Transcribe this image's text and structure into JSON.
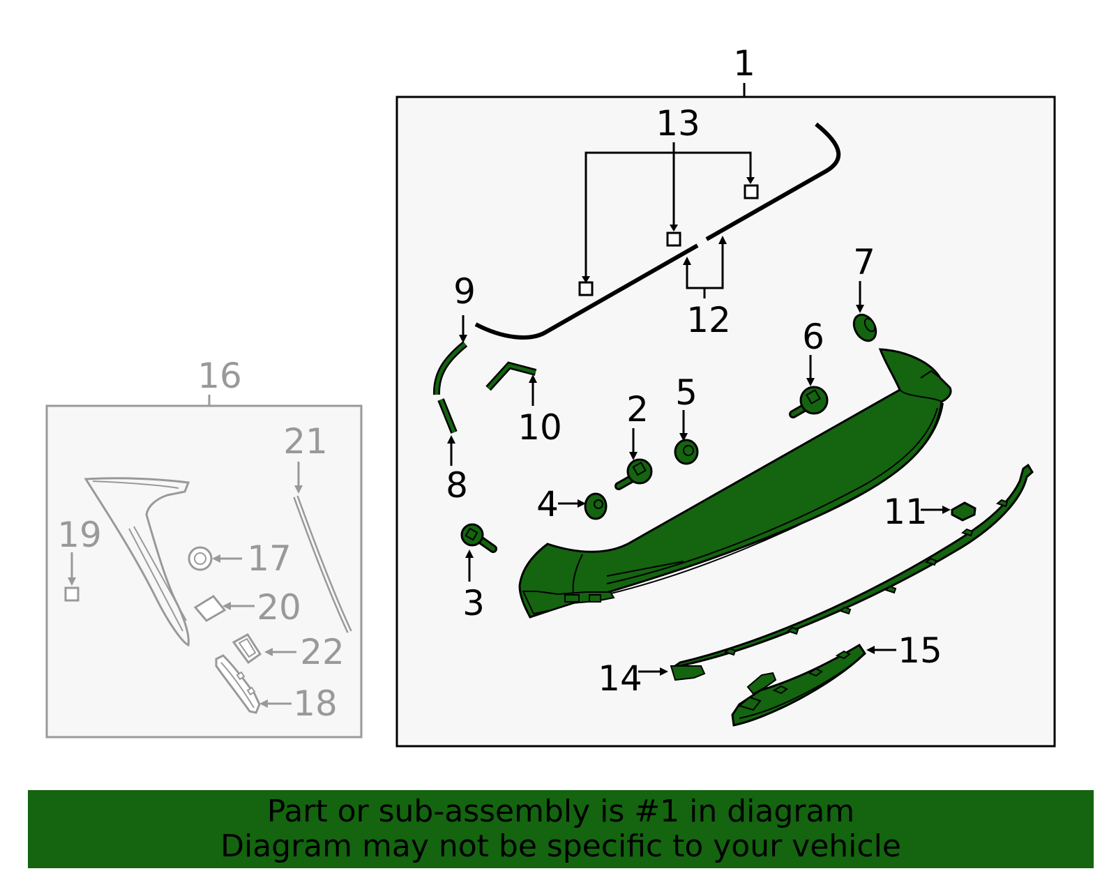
{
  "colors": {
    "part_fill": "#146410",
    "outline": "#000000",
    "subassembly_outline": "#999999",
    "panel_background": "#f7f7f7",
    "banner_background": "#146410"
  },
  "callouts": {
    "c1": "1",
    "c2": "2",
    "c3": "3",
    "c4": "4",
    "c5": "5",
    "c6": "6",
    "c7": "7",
    "c8": "8",
    "c9": "9",
    "c10": "10",
    "c11": "11",
    "c12": "12",
    "c13": "13",
    "c14": "14",
    "c15": "15",
    "c16": "16",
    "c17": "17",
    "c18": "18",
    "c19": "19",
    "c20": "20",
    "c21": "21",
    "c22": "22"
  },
  "banner": {
    "line1": "Part or sub-assembly is #1 in diagram",
    "line2": "Diagram may not be specific to your vehicle"
  }
}
